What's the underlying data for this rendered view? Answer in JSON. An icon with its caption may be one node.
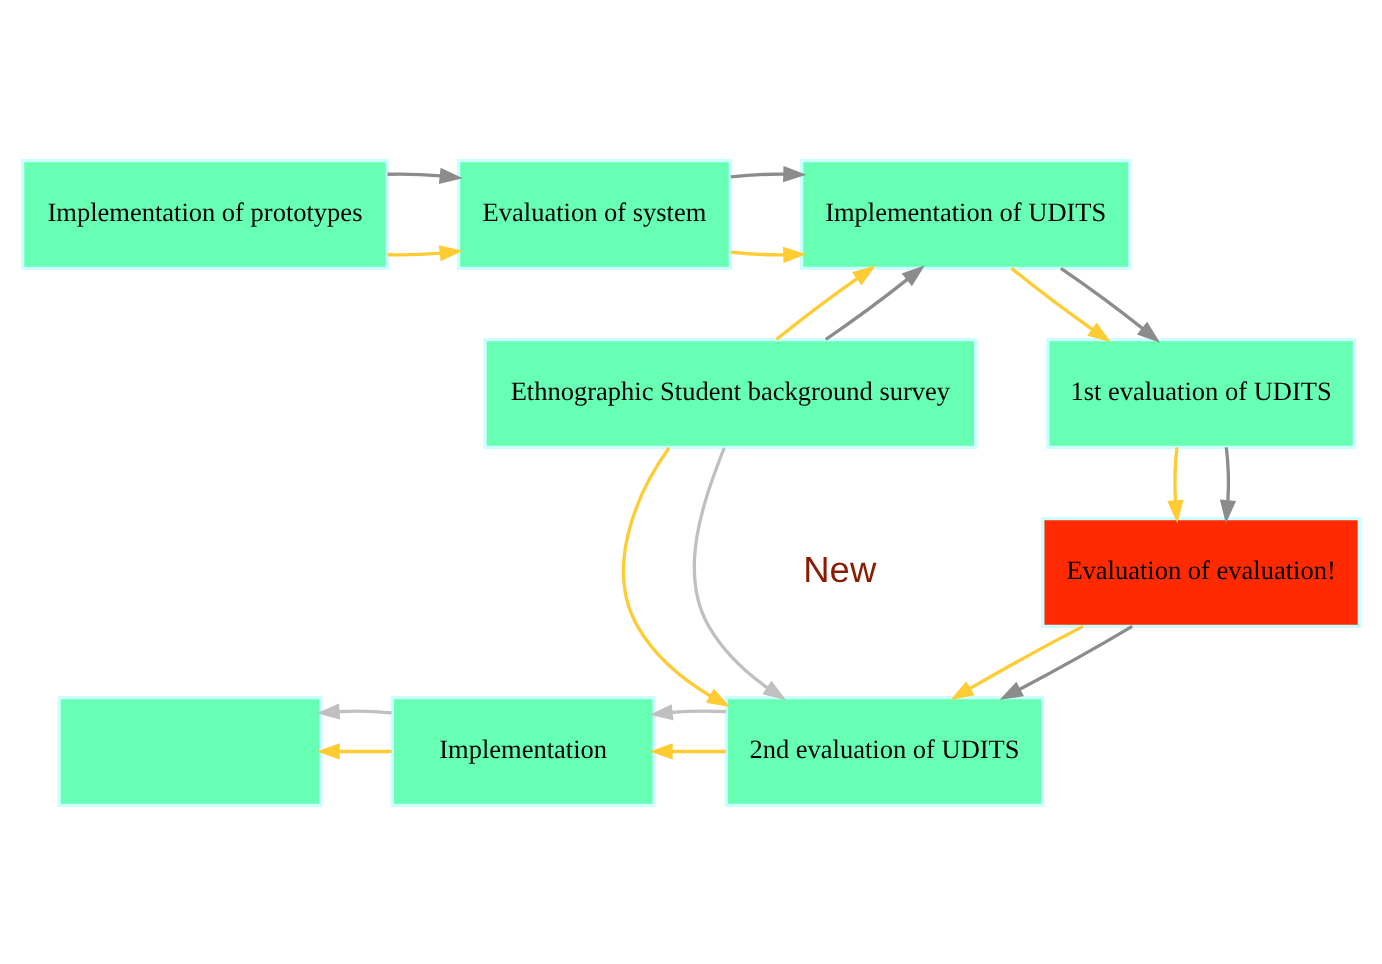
{
  "diagram": {
    "nodes": [
      {
        "text": [
          "Implementation of prototypes"
        ]
      },
      {
        "text": [
          "Evaluation of system"
        ]
      },
      {
        "text": [
          "Implementation of UDITS"
        ]
      },
      {
        "text": [
          "Ethnographic Student background survey"
        ]
      },
      {
        "text": [
          "1st evaluation of UDITS"
        ]
      },
      {
        "text": [
          "Evaluation of evaluation!"
        ]
      },
      {
        "text": [
          "2nd evaluation of UDITS"
        ]
      },
      {
        "text": [
          "Implementation"
        ]
      },
      {
        "text": [],
        "shape": "box"
      }
    ],
    "edges": [
      {
        "from": 0,
        "to": 1,
        "arrow": "to",
        "color": "#ffcc33"
      },
      {
        "from": 0,
        "to": 1,
        "arrow": "to",
        "color": "#8c8c8c"
      },
      {
        "from": 1,
        "to": 2,
        "arrow": "to",
        "color": "#ffcc33"
      },
      {
        "from": 1,
        "to": 2,
        "arrow": "to",
        "color": "#8c8c8c"
      },
      {
        "from": 3,
        "to": 2,
        "arrow": "to",
        "color": "#ffcc33"
      },
      {
        "from": 3,
        "to": 2,
        "arrow": "to",
        "color": "#8c8c8c"
      },
      {
        "from": 2,
        "to": 4,
        "arrow": "to",
        "color": "#ffcc33"
      },
      {
        "from": 2,
        "to": 4,
        "arrow": "to",
        "color": "#8c8c8c"
      },
      {
        "from": 4,
        "to": 5,
        "arrow": "to",
        "color": "#ffcc33"
      },
      {
        "from": 4,
        "to": 5,
        "arrow": "to",
        "color": "#8c8c8c"
      },
      {
        "from": 3,
        "to": 6,
        "arrow": "to",
        "color": "#ffcc33"
      },
      {
        "from": 3,
        "to": 6,
        "arrow": "to",
        "color": "#c0c0c0"
      },
      {
        "from": 5,
        "to": 6,
        "arrow": "to",
        "color": "#ffcc33"
      },
      {
        "from": 5,
        "to": 6,
        "arrow": "to",
        "color": "#8c8c8c"
      },
      {
        "from": 6,
        "to": 7,
        "arrow": "to",
        "color": "#ffcc33"
      },
      {
        "from": 6,
        "to": 7,
        "arrow": "to",
        "color": "#c0c0c0"
      },
      {
        "from": 7,
        "to": 8,
        "arrow": "to",
        "color": "#ffcc33"
      },
      {
        "from": 7,
        "to": 8,
        "arrow": "to",
        "color": "#c0c0c0"
      }
    ],
    "labels": [
      "New"
    ]
  }
}
